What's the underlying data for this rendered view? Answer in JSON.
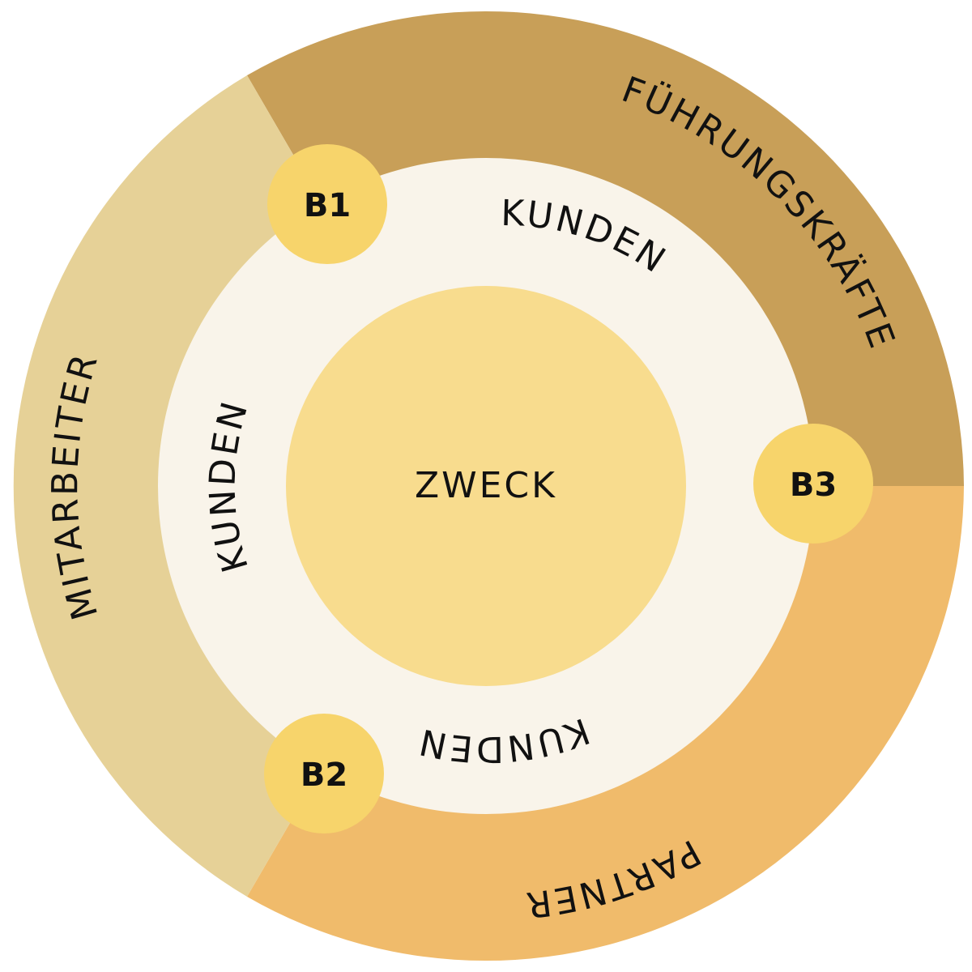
{
  "diagram": {
    "center_label": "ZWECK",
    "segments": [
      {
        "id": "fuehrung",
        "label": "FÜHRUNGSKRÄFTE",
        "color": "#c89f58"
      },
      {
        "id": "partner",
        "label": "PARTNER",
        "color": "#f0bb6b"
      },
      {
        "id": "mitarbeiter",
        "label": "MITARBEITER",
        "color": "#e6d197"
      }
    ],
    "kunden_labels": [
      "KUNDEN",
      "KUNDEN",
      "KUNDEN"
    ],
    "badges": [
      "B1",
      "B2",
      "B3"
    ],
    "colors": {
      "inner_ring": "#f9f4ea",
      "core": "#f8dc8e",
      "badge": "#f7d46b"
    }
  }
}
